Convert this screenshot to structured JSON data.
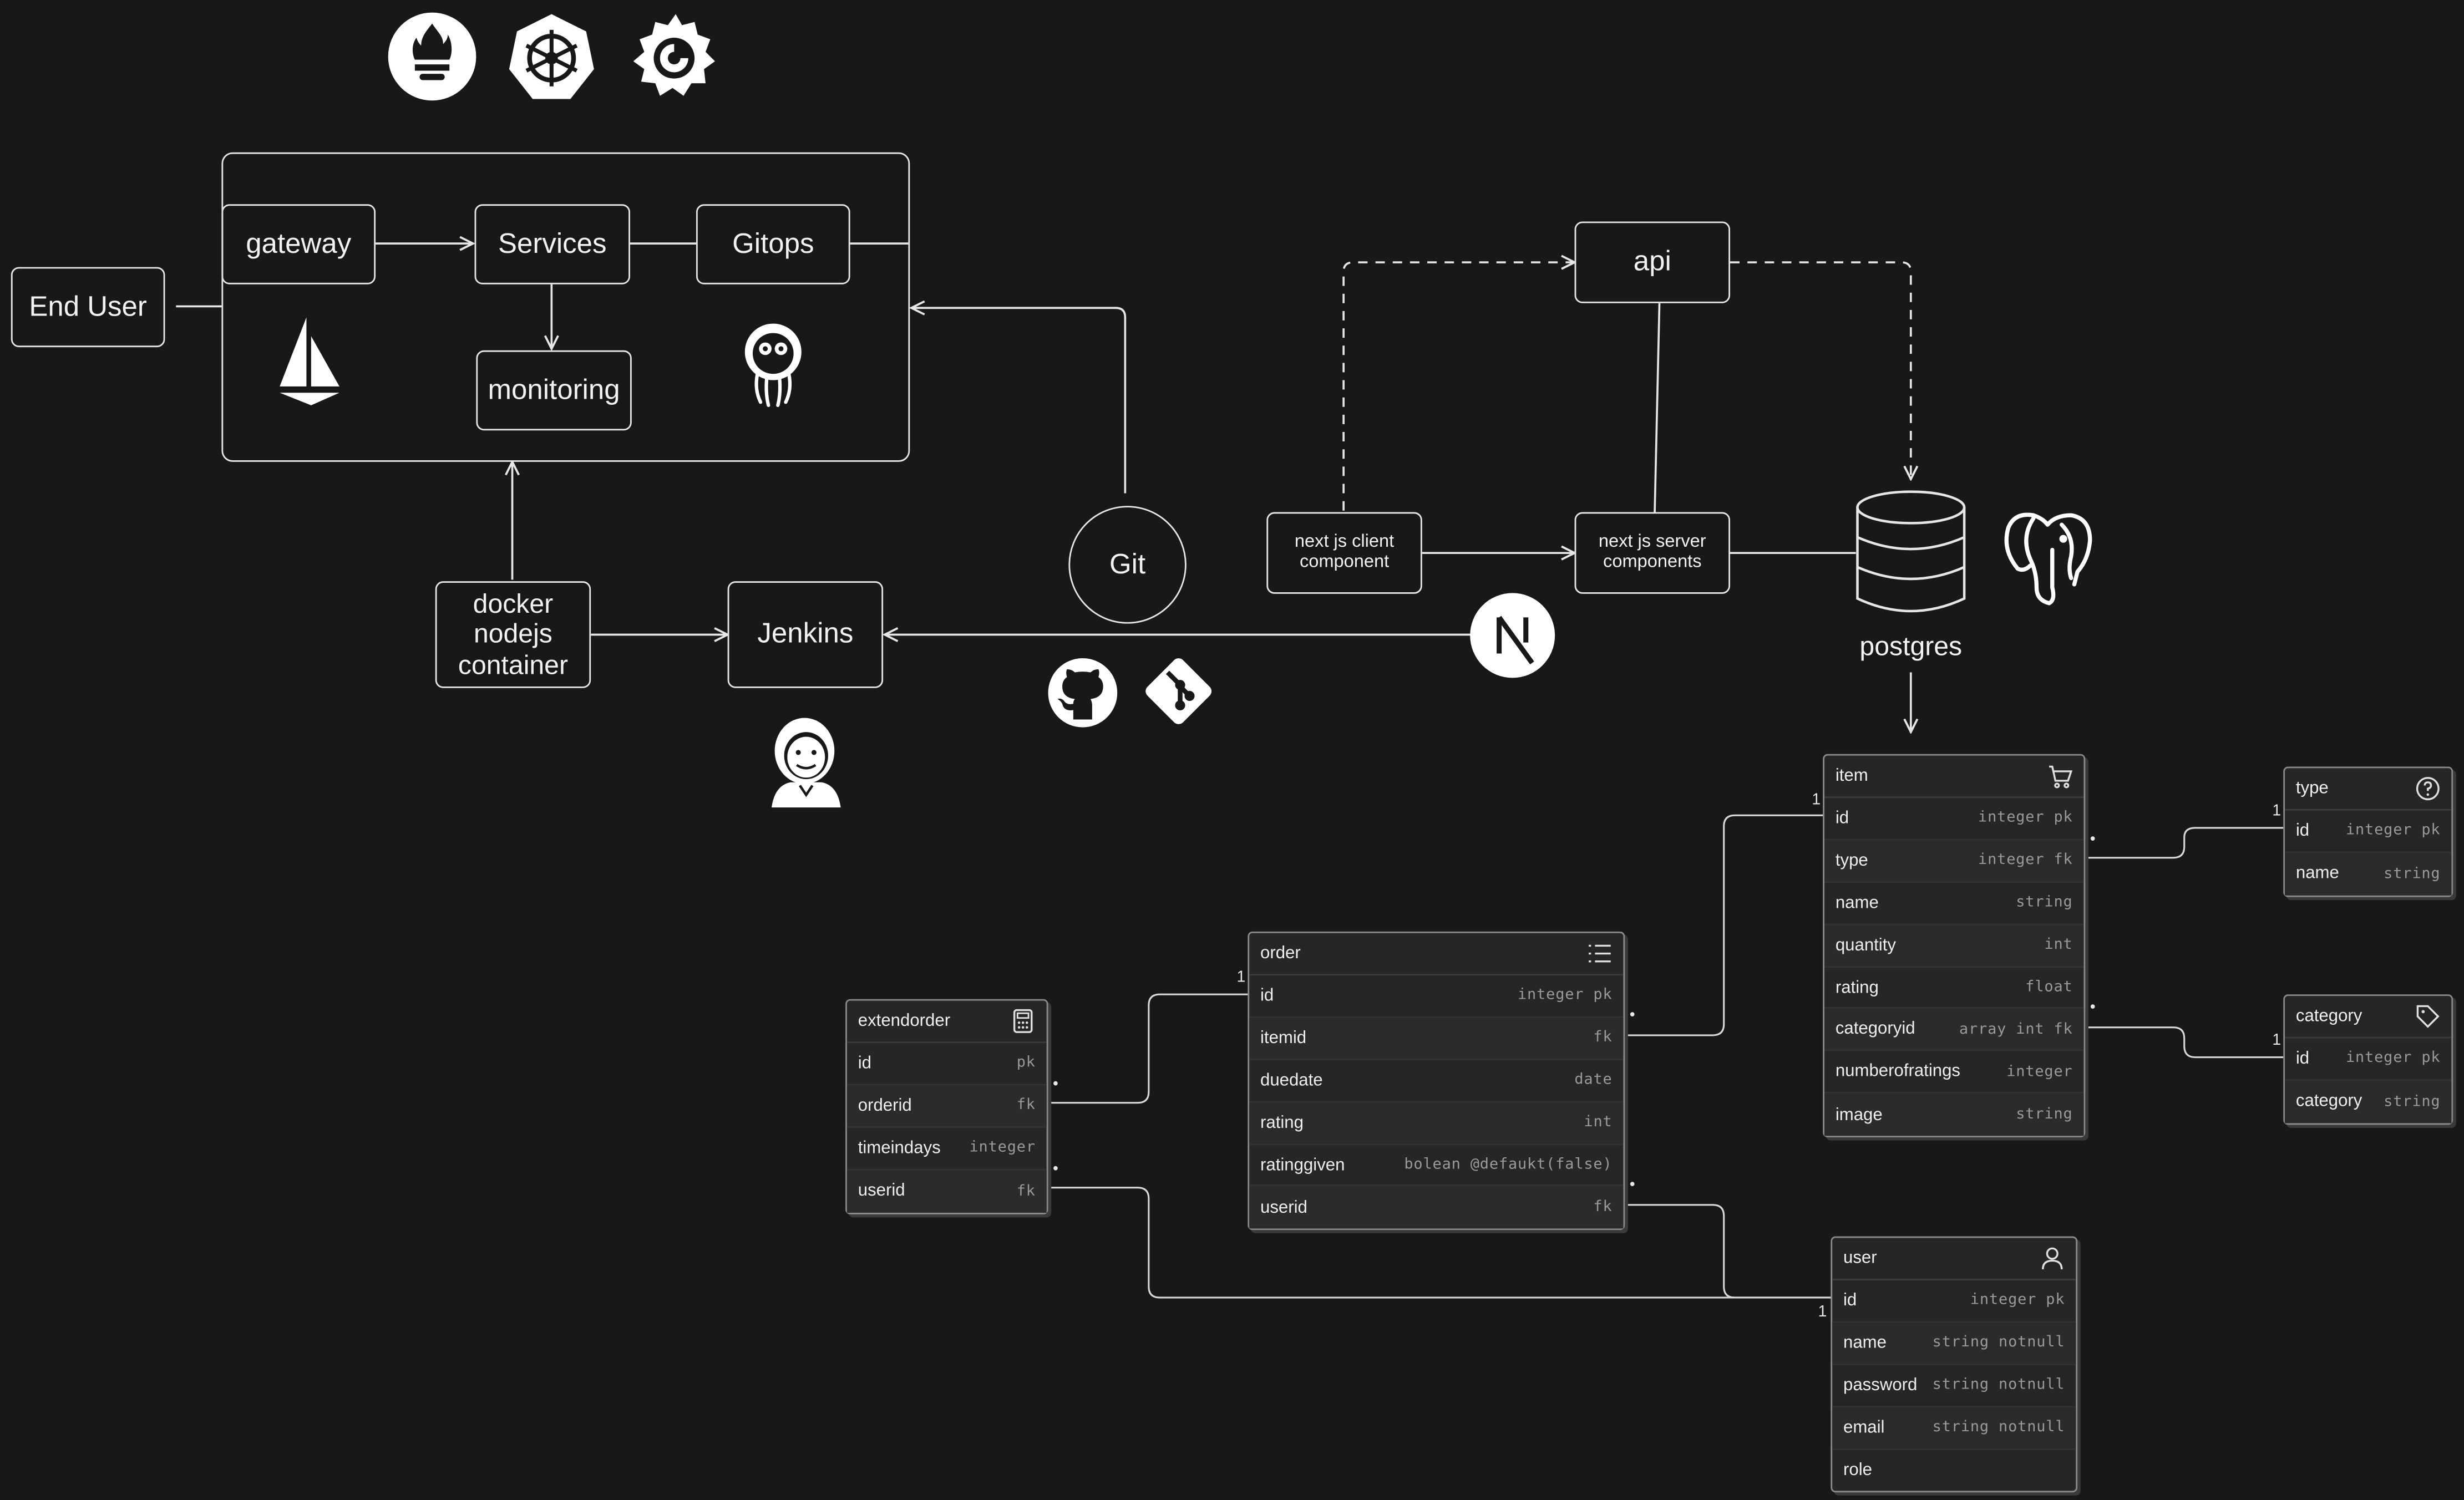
{
  "diagram": {
    "end_user": "End User",
    "gateway": "gateway",
    "services": "Services",
    "gitops": "Gitops",
    "monitoring": "monitoring",
    "docker": [
      "docker",
      "nodejs",
      "container"
    ],
    "jenkins": "Jenkins",
    "git": "Git",
    "api": "api",
    "client_component": [
      "next js client",
      "component"
    ],
    "server_components": [
      "next js server",
      "components"
    ],
    "postgres": "postgres"
  },
  "icons": [
    "prometheus-icon",
    "kubernetes-icon",
    "grafana-icon",
    "istio-icon",
    "argo-icon",
    "jenkins-mascot-icon",
    "github-icon",
    "git-logo-icon",
    "nextjs-icon",
    "database-icon",
    "postgresql-elephant-icon"
  ],
  "tables": {
    "item": {
      "title": "item",
      "icon": "cart-icon",
      "fields": [
        {
          "name": "id",
          "type": "integer pk"
        },
        {
          "name": "type",
          "type": "integer fk"
        },
        {
          "name": "name",
          "type": "string"
        },
        {
          "name": "quantity",
          "type": "int"
        },
        {
          "name": "rating",
          "type": "float"
        },
        {
          "name": "categoryid",
          "type": "array int fk"
        },
        {
          "name": "numberofratings",
          "type": "integer"
        },
        {
          "name": "image",
          "type": "string"
        }
      ]
    },
    "type": {
      "title": "type",
      "icon": "question-icon",
      "fields": [
        {
          "name": "id",
          "type": "integer pk"
        },
        {
          "name": "name",
          "type": "string"
        }
      ]
    },
    "category": {
      "title": "category",
      "icon": "tag-icon",
      "fields": [
        {
          "name": "id",
          "type": "integer pk"
        },
        {
          "name": "category",
          "type": "string"
        }
      ]
    },
    "order": {
      "title": "order",
      "icon": "list-icon",
      "fields": [
        {
          "name": "id",
          "type": "integer pk"
        },
        {
          "name": "itemid",
          "type": "fk"
        },
        {
          "name": "duedate",
          "type": "date"
        },
        {
          "name": "rating",
          "type": "int"
        },
        {
          "name": "ratinggiven",
          "type": "bolean @defaukt(false)"
        },
        {
          "name": "userid",
          "type": "fk"
        }
      ]
    },
    "extendorder": {
      "title": "extendorder",
      "icon": "calculator-icon",
      "fields": [
        {
          "name": "id",
          "type": "pk"
        },
        {
          "name": "orderid",
          "type": "fk"
        },
        {
          "name": "timeindays",
          "type": "integer"
        },
        {
          "name": "userid",
          "type": "fk"
        }
      ]
    },
    "user": {
      "title": "user",
      "icon": "user-icon",
      "fields": [
        {
          "name": "id",
          "type": "integer pk"
        },
        {
          "name": "name",
          "type": "string notnull"
        },
        {
          "name": "password",
          "type": "string notnull"
        },
        {
          "name": "email",
          "type": "string notnull"
        },
        {
          "name": "role",
          "type": ""
        }
      ]
    }
  },
  "cardinality": {
    "one": "1",
    "many": "•"
  }
}
